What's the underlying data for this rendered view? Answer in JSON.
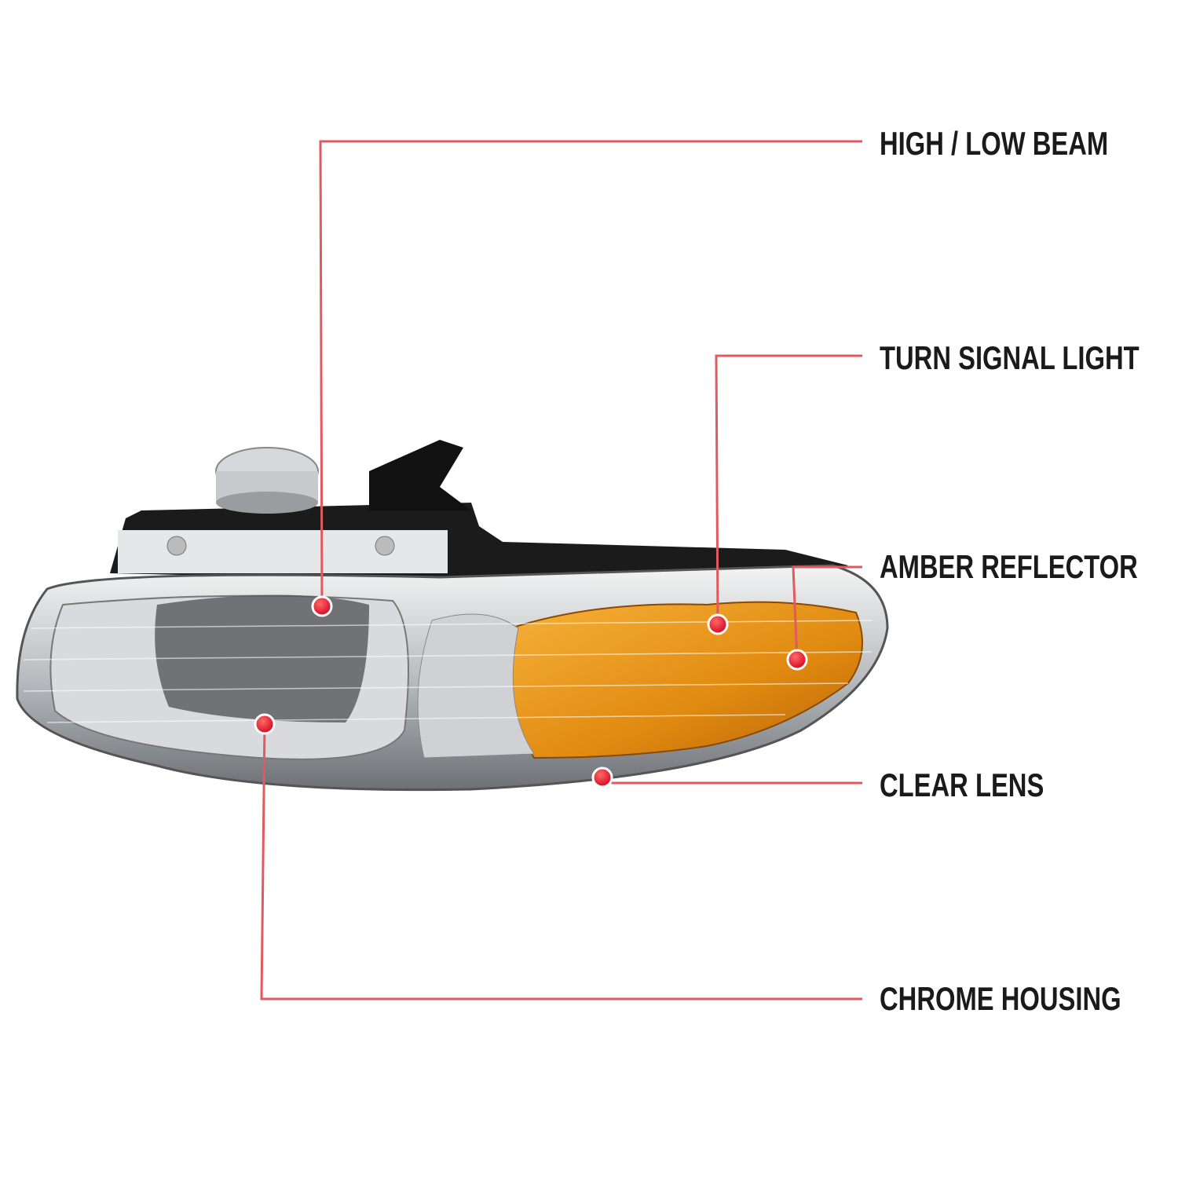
{
  "callouts": [
    {
      "label": "HIGH / LOW BEAM"
    },
    {
      "label": "TURN SIGNAL LIGHT"
    },
    {
      "label": "AMBER REFLECTOR"
    },
    {
      "label": "CLEAR LENS"
    },
    {
      "label": "CHROME HOUSING"
    }
  ],
  "colors": {
    "leader_line": "#e05a5f",
    "marker_dot": "#e0001b",
    "amber": "#e08a10",
    "housing": "#1b1b1b"
  }
}
